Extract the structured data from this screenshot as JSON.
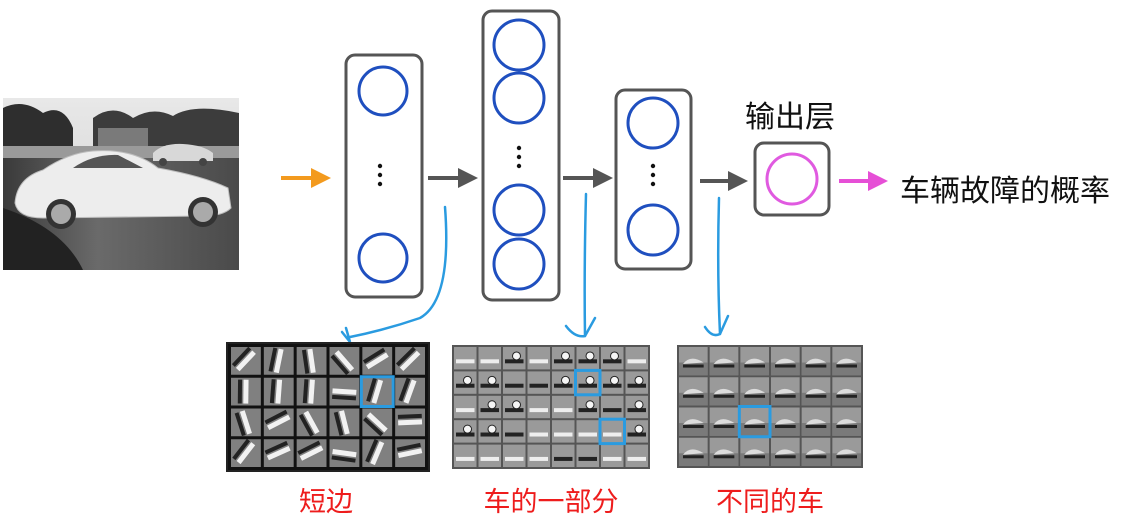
{
  "diagram": {
    "input_image": "car-photo",
    "layers": [
      {
        "name": "hidden-layer-1",
        "neurons_drawn": 2,
        "ellipsis": "⋮"
      },
      {
        "name": "hidden-layer-2",
        "neurons_drawn": 4,
        "ellipsis": "⋮"
      },
      {
        "name": "hidden-layer-3",
        "neurons_drawn": 2,
        "ellipsis": "⋮"
      }
    ],
    "output_layer_label": "输出层",
    "output_text": "车辆故障的概率",
    "feature_maps": [
      {
        "name": "edges",
        "caption": "短边",
        "grid": [
          6,
          4
        ]
      },
      {
        "name": "car-parts",
        "caption": "车的一部分",
        "grid": [
          8,
          5
        ]
      },
      {
        "name": "whole-cars",
        "caption": "不同的车",
        "grid": [
          6,
          4
        ]
      }
    ],
    "colors": {
      "input_arrow": "#f39a1e",
      "layer_arrow": "#555555",
      "output_arrow": "#e64fd6",
      "neuron": "#1f4fbf",
      "output_neuron": "#e05ae0",
      "box_border": "#555555",
      "annotation": "#2a9be0",
      "caption": "#ee1c1c"
    }
  }
}
